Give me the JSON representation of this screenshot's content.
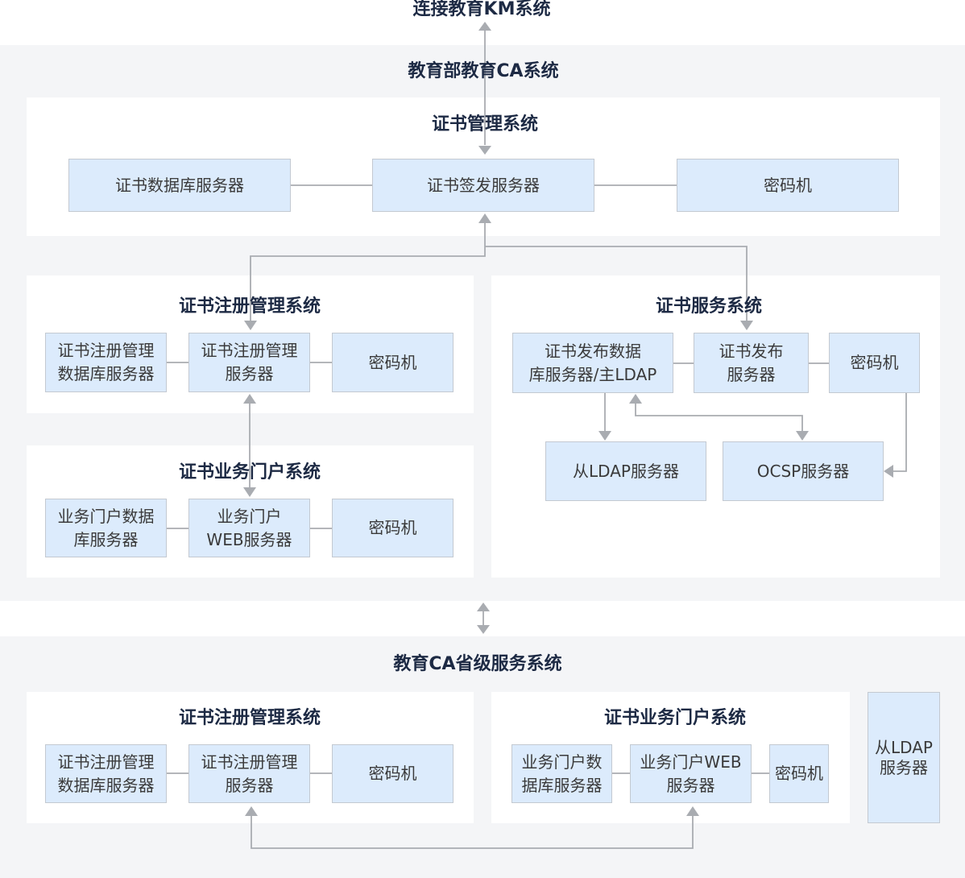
{
  "top_label": "连接教育KM系统",
  "ministry": {
    "title": "教育部教育CA系统",
    "cert_mgmt": {
      "title": "证书管理系统",
      "db_server": "证书数据库服务器",
      "sign_server": "证书签发服务器",
      "crypto": "密码机"
    },
    "reg_mgmt": {
      "title": "证书注册管理系统",
      "db_server": "证书注册管理\n数据库服务器",
      "server": "证书注册管理\n服务器",
      "crypto": "密码机"
    },
    "portal": {
      "title": "证书业务门户系统",
      "db_server": "业务门户数据\n库服务器",
      "web_server": "业务门户\nWEB服务器",
      "crypto": "密码机"
    },
    "service": {
      "title": "证书服务系统",
      "publish_db": "证书发布数据\n库服务器/主LDAP",
      "publish_server": "证书发布\n服务器",
      "crypto": "密码机",
      "slave_ldap": "从LDAP服务器",
      "ocsp": "OCSP服务器"
    }
  },
  "province": {
    "title": "教育CA省级服务系统",
    "reg_mgmt": {
      "title": "证书注册管理系统",
      "db_server": "证书注册管理\n数据库服务器",
      "server": "证书注册管理\n服务器",
      "crypto": "密码机"
    },
    "portal": {
      "title": "证书业务门户系统",
      "db_server": "业务门户数\n据库服务器",
      "web_server": "业务门户WEB\n服务器",
      "crypto": "密码机"
    },
    "slave_ldap": "从LDAP\n服务器"
  },
  "colors": {
    "box_fill": "#dcebfc",
    "box_border": "#c3c9d1",
    "outer_bg": "#f4f5f7",
    "line": "#a9acb1",
    "title": "#1d2a44"
  }
}
